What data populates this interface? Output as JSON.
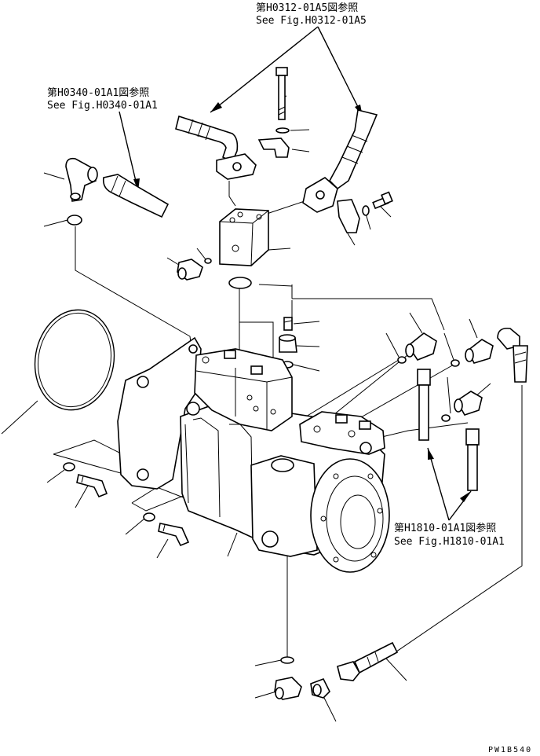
{
  "references": {
    "top": {
      "jp": "第H0312-01A5図参照",
      "en": "See Fig.H0312-01A5"
    },
    "left": {
      "jp": "第H0340-01A1図参照",
      "en": "See Fig.H0340-01A1"
    },
    "right": {
      "jp": "第H1810-01A1図参照",
      "en": "See Fig.H1810-01A1"
    }
  },
  "drawing_code": "PW1B540"
}
